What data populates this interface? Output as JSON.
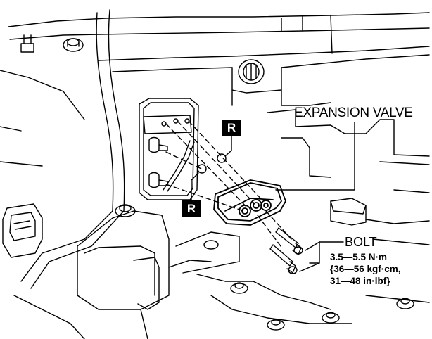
{
  "labels": {
    "expansion_valve": "EXPANSION VALVE",
    "bolt": "BOLT",
    "torque": [
      "3.5—5.5 N·m",
      "{36—56 kgf·cm,",
      "31—48 in·lbf}"
    ],
    "replace_tag": "R"
  },
  "colors": {
    "line": "#000000",
    "tag_bg": "#000000",
    "tag_text": "#ffffff",
    "background": "#ffffff"
  }
}
